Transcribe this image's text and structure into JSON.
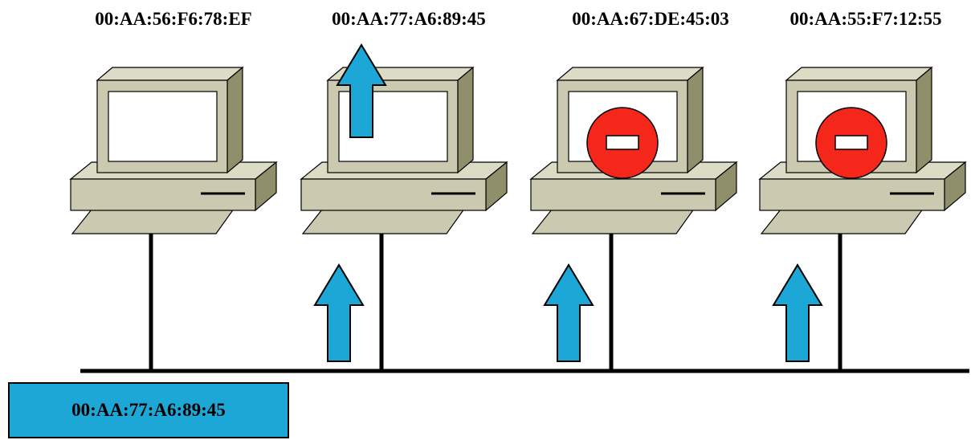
{
  "hosts": [
    {
      "mac": "00:AA:56:F6:78:EF",
      "status": "idle"
    },
    {
      "mac": "00:AA:77:A6:89:45",
      "status": "accepted"
    },
    {
      "mac": "00:AA:67:DE:45:03",
      "status": "rejected"
    },
    {
      "mac": "00:AA:55:F7:12:55",
      "status": "rejected"
    }
  ],
  "frame": {
    "destination_mac": "00:AA:77:A6:89:45"
  },
  "colors": {
    "arrow": "#1ca7d6",
    "frame": "#1ca7d6",
    "reject": "#f5261a",
    "computer_front": "#cbcab0",
    "computer_side": "#8f8f6c",
    "computer_top": "#dcdbc5",
    "bus": "#000000"
  },
  "icons": {
    "computer": "desktop-computer-icon",
    "up_arrow": "up-arrow-icon",
    "reject": "no-entry-icon"
  }
}
